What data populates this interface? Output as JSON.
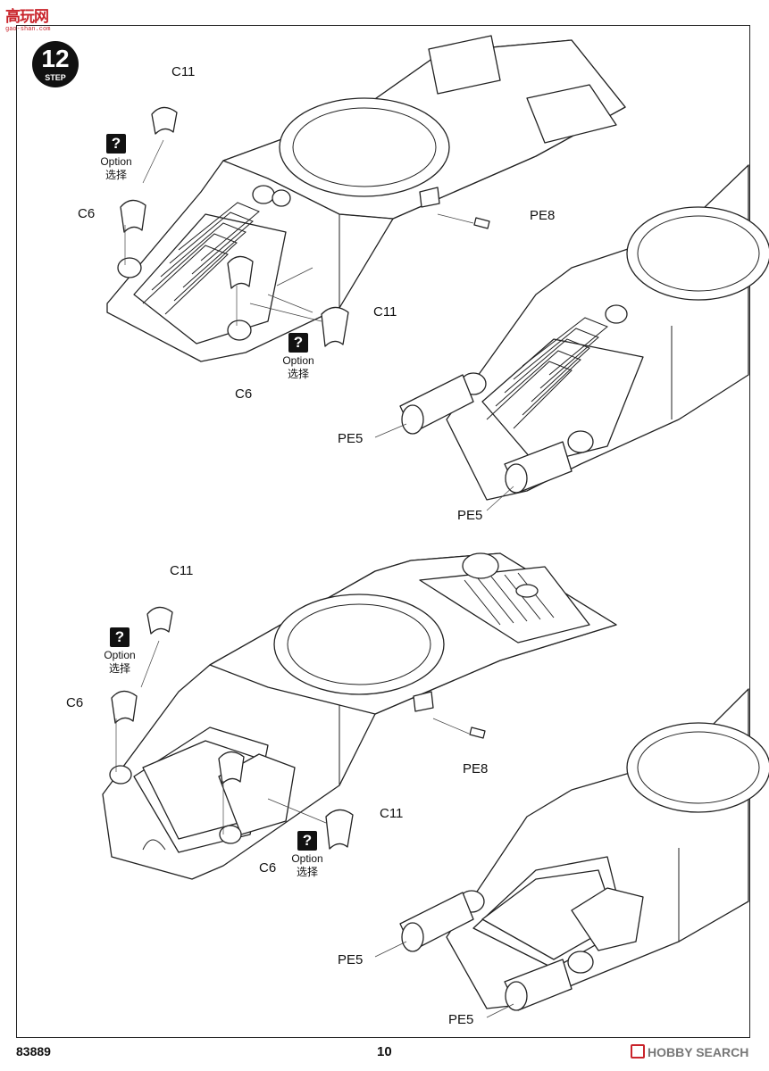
{
  "watermark_top": {
    "text": "高玩网",
    "sub": "gao-shan.com"
  },
  "step": {
    "number": "12",
    "word": "STEP"
  },
  "labels": {
    "top_c11_a": "C11",
    "top_c6_a": "C6",
    "top_c6_b": "C6",
    "top_c11_b": "C11",
    "top_pe8": "PE8",
    "top_pe5_a": "PE5",
    "top_pe5_b": "PE5",
    "bot_c11_a": "C11",
    "bot_c6_a": "C6",
    "bot_c6_b": "C6",
    "bot_c11_b": "C11",
    "bot_pe8": "PE8",
    "bot_pe5_a": "PE5",
    "bot_pe5_b": "PE5"
  },
  "option": {
    "mark": "?",
    "en": "Option",
    "zh": "选择"
  },
  "footer": {
    "code": "83889",
    "page": "10",
    "watermark": "HOBBY SEARCH"
  }
}
